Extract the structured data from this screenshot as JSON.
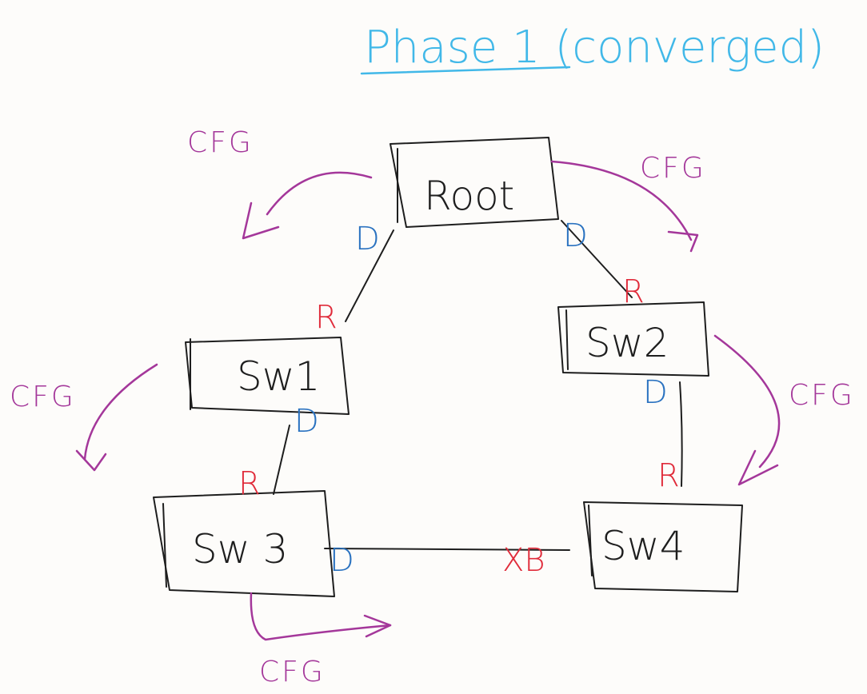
{
  "title": "Phase 1 (converged)",
  "colors": {
    "title": "#41b8e8",
    "ink": "#1e1e1e",
    "cfg": "#a4379a",
    "designated": "#2a72c0",
    "root_port": "#e02b3a"
  },
  "switches": {
    "root": "Root",
    "sw1": "Sw1",
    "sw2": "Sw2",
    "sw3": "Sw 3",
    "sw4": "Sw4"
  },
  "ports": {
    "root_to_sw1": "D",
    "sw1_uplink": "R",
    "root_to_sw2": "D",
    "sw2_uplink": "R",
    "sw1_to_sw3": "D",
    "sw3_uplink": "R",
    "sw2_to_sw4": "D",
    "sw4_uplink": "R",
    "sw3_to_sw4": "D",
    "sw4_blocked": "XB"
  },
  "cfg_labels": {
    "root_left": "CFG",
    "root_right": "CFG",
    "sw1": "CFG",
    "sw2": "CFG",
    "sw3": "CFG"
  }
}
